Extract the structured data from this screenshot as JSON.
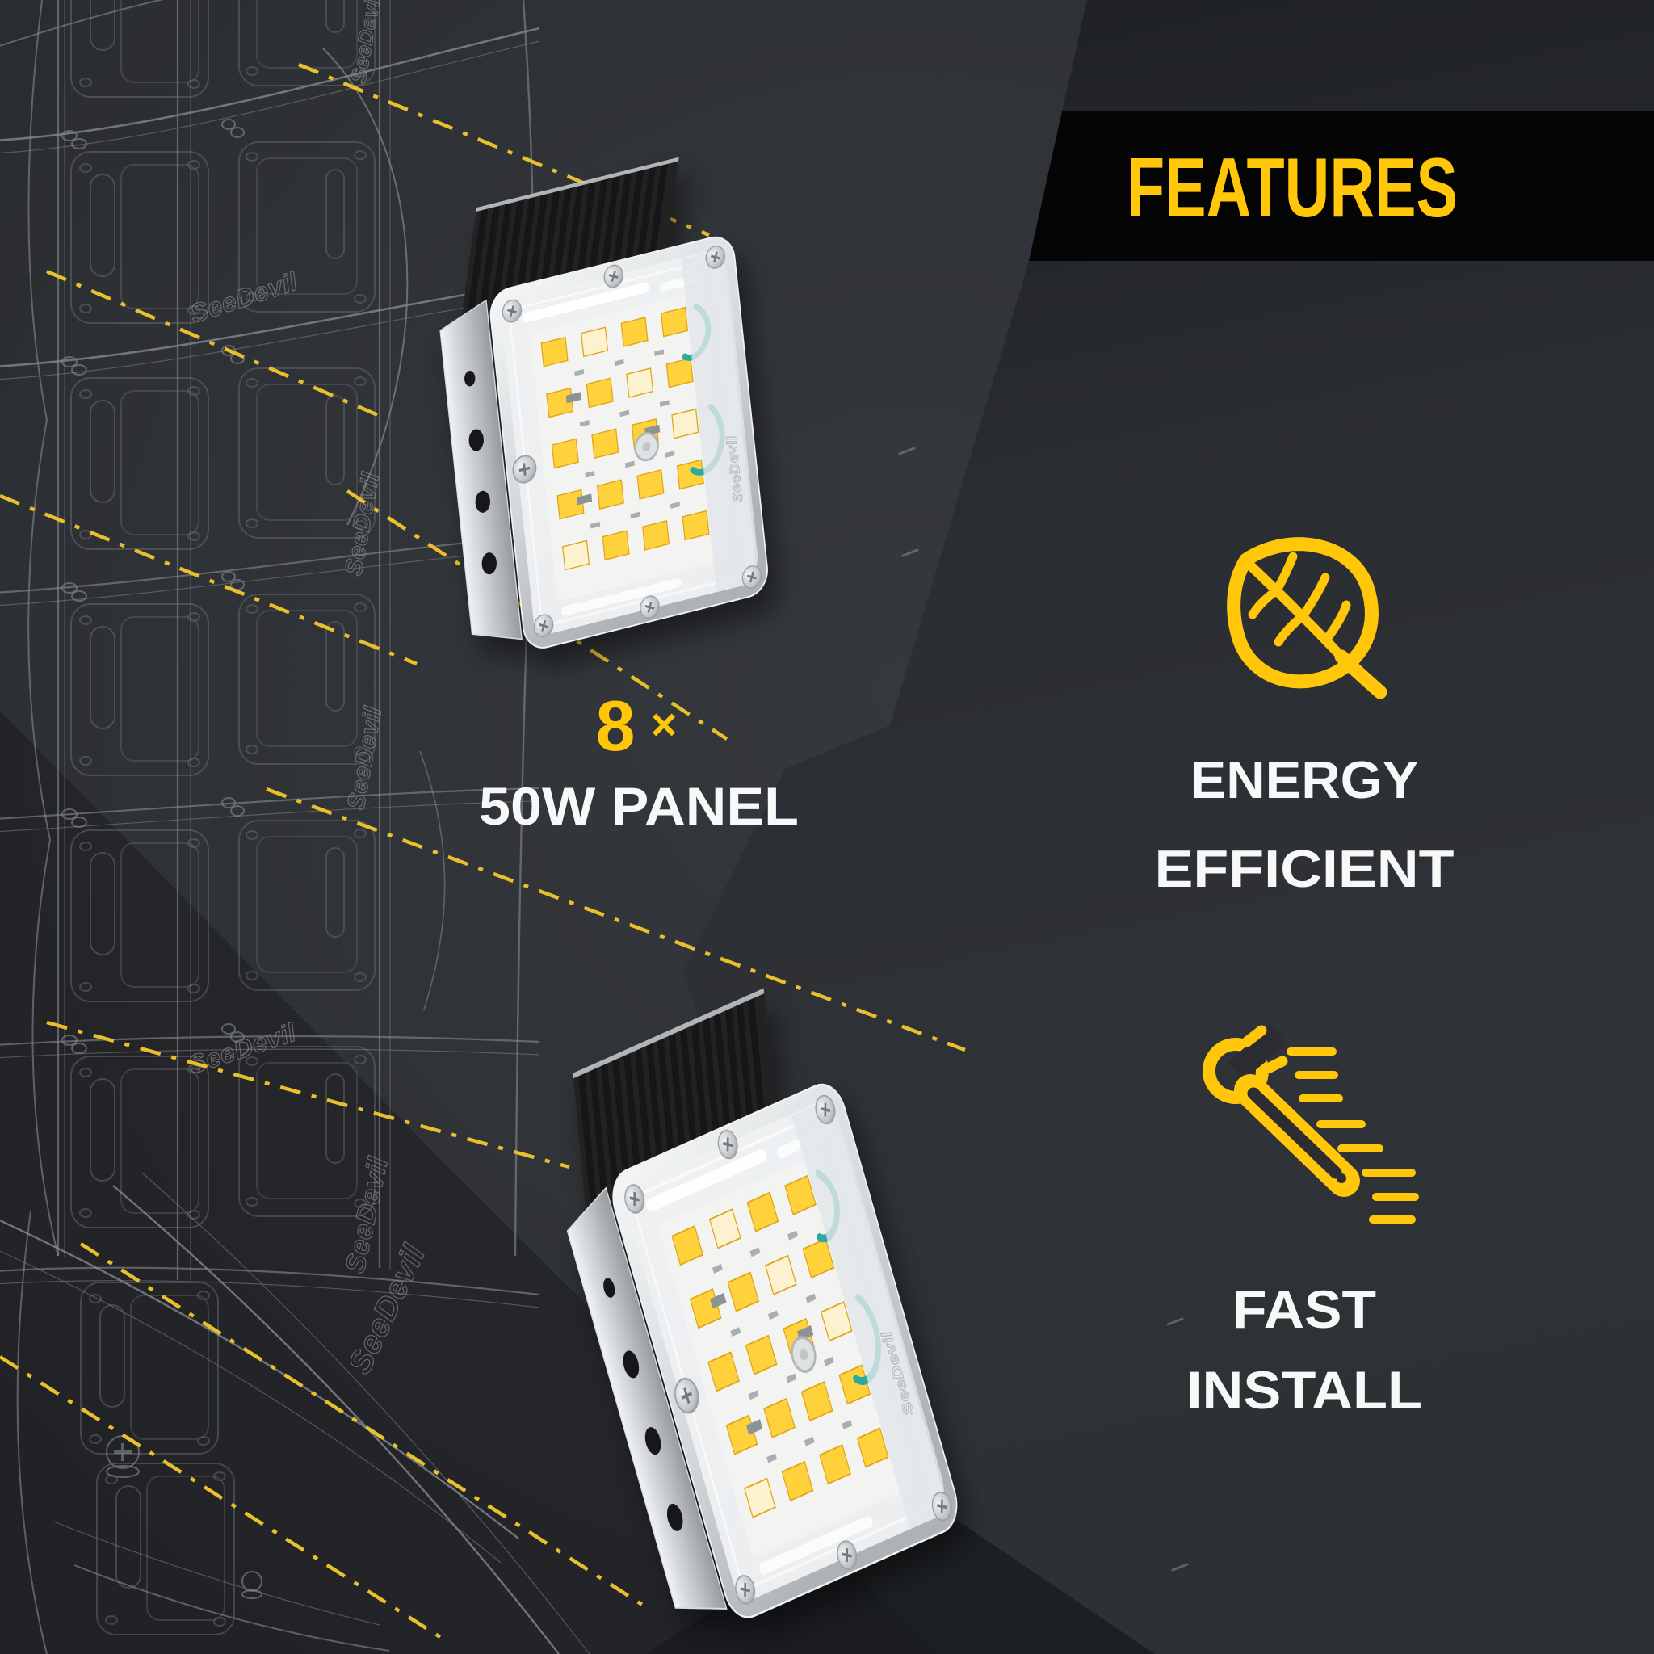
{
  "brand": {
    "name": "SeeDevil"
  },
  "callout": {
    "count": "8",
    "times": "×",
    "label": "50W PANEL"
  },
  "features": {
    "header": "FEATURES",
    "items": [
      {
        "icon": "leaf-icon",
        "line1": "ENERGY",
        "line2": "EFFICIENT"
      },
      {
        "icon": "wrench-icon",
        "line1": "FAST",
        "line2": "INSTALL"
      }
    ]
  },
  "colors": {
    "accent_yellow": "#FFC60A",
    "leader_line_yellow": "#E9C02C",
    "text_white": "#F7F8F8",
    "features_bar_black": "#050506",
    "background_gray": "#2E3134",
    "background_dark": "#232528",
    "wireframe_gray": "#85888C",
    "panel_silver": "#C9CDD0",
    "led_yellow": "#FFD23A",
    "wire_teal": "#2EA9A2"
  }
}
